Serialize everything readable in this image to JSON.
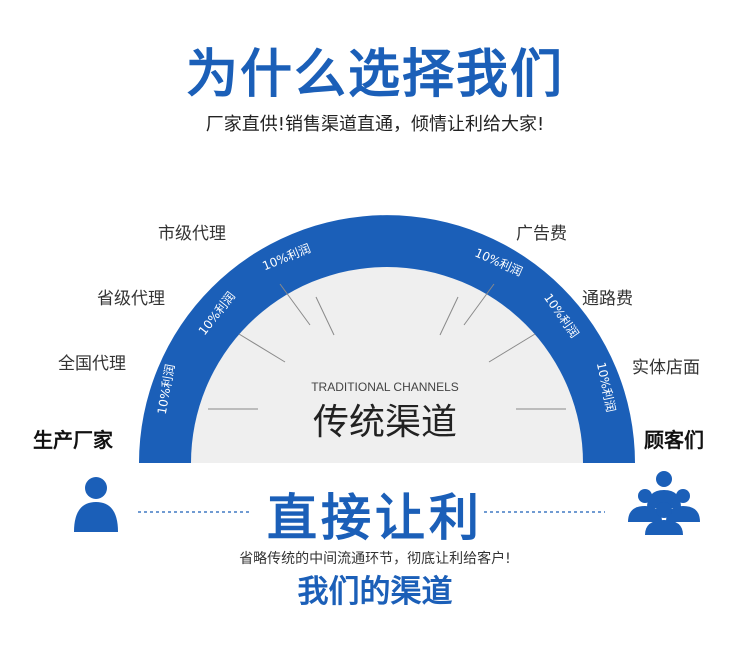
{
  "header": {
    "title": "为什么选择我们",
    "subtitle": "厂家直供!销售渠道直通，倾情让利给大家!"
  },
  "arch": {
    "center_en": "TRADITIONAL CHANNELS",
    "center_cn": "传统渠道",
    "band_labels_left": [
      "10%利润",
      "10%利润",
      "10%利润"
    ],
    "band_labels_right": [
      "10%利润",
      "10%利润",
      "10%利润"
    ]
  },
  "left_labels": [
    "市级代理",
    "省级代理",
    "全国代理"
  ],
  "right_labels": [
    "广告费",
    "通路费",
    "实体店面"
  ],
  "endpoints": {
    "left": "生产厂家",
    "right": "顾客们"
  },
  "direct": {
    "title": "直接让利",
    "description": "省略传统的中间流通环节，彻底让利给客户!",
    "channel": "我们的渠道"
  },
  "icons": {
    "left": "person-icon",
    "right": "group-icon"
  },
  "colors": {
    "brand_blue": "#1b5fb8",
    "arch_gray": "#efefef"
  }
}
